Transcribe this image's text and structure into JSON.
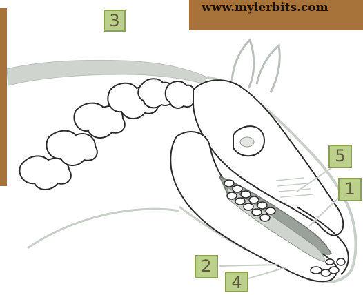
{
  "watermark": "www.mylerbits.com",
  "labels": {
    "l1": "1",
    "l2": "2",
    "l3": "3",
    "l4": "4",
    "l5": "5"
  },
  "colors": {
    "brand": "#a8733a",
    "label_bg": "#bcd08c",
    "label_border": "#8aa05a",
    "bone_outline": "#2a2a2a",
    "soft_tissue": "#c8cfc8"
  }
}
